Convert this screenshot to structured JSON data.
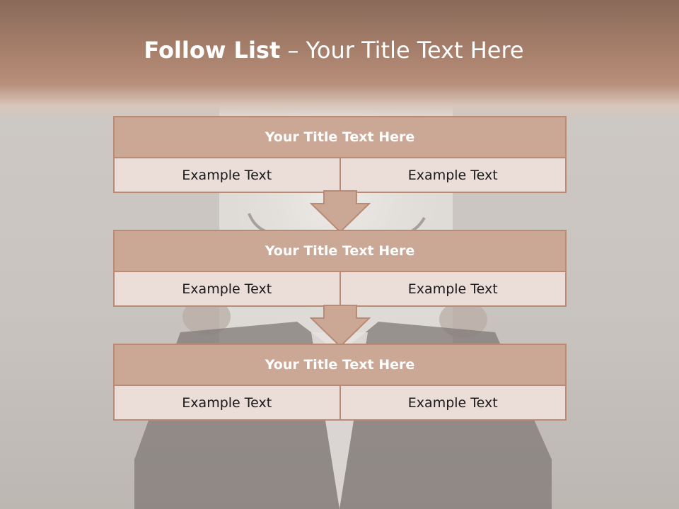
{
  "slide": {
    "title_bold": "Follow List",
    "title_rest": "– Your Title Text Here"
  },
  "steps": [
    {
      "title": "Your Title Text Here",
      "left": "Example Text",
      "right": "Example Text"
    },
    {
      "title": "Your Title Text Here",
      "left": "Example Text",
      "right": "Example Text"
    },
    {
      "title": "Your Title Text Here",
      "left": "Example Text",
      "right": "Example Text"
    }
  ],
  "colors": {
    "header_fill": "#cba795",
    "cell_fill": "#ebddd7",
    "border": "#b98a74",
    "title_band": "#a57e6a"
  }
}
